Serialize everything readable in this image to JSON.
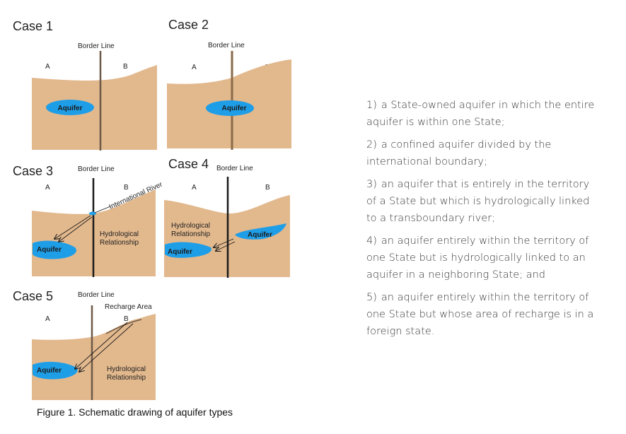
{
  "cases": [
    {
      "title": "Case 1",
      "border_label": "Border Line",
      "side_a": "A",
      "side_b": "B",
      "aquifer": "Aquifer"
    },
    {
      "title": "Case 2",
      "border_label": "Border Line",
      "side_a": "A",
      "side_b": "B",
      "aquifer": "Aquifer"
    },
    {
      "title": "Case 3",
      "border_label": "Border Line",
      "side_a": "A",
      "side_b": "B",
      "aquifer": "Aquifer",
      "river_label": "International River",
      "relationship": [
        "Hydrological",
        "Relationship"
      ]
    },
    {
      "title": "Case 4",
      "border_label": "Border Line",
      "side_a": "A",
      "side_b": "B",
      "aquifer_a": "Aquifer",
      "aquifer_b": "Aquifer",
      "relationship": [
        "Hydrological",
        "Relationship"
      ]
    },
    {
      "title": "Case 5",
      "border_label": "Border Line",
      "side_a": "A",
      "side_b": "B",
      "aquifer": "Aquifer",
      "recharge_label": "Recharge Area",
      "relationship": [
        "Hydrological",
        "Relationship"
      ]
    }
  ],
  "caption": "Figure 1. Schematic drawing of aquifer types",
  "descriptions": [
    {
      "num": "1)",
      "text": "a State-owned aquifer in which the entire aquifer is within one State;"
    },
    {
      "num": "2)",
      "text": "a confined aquifer divided by the international boundary;"
    },
    {
      "num": "3)",
      "text": "an aquifer that is entirely in the territory of a State but which is hydrologically linked to a transboundary river;"
    },
    {
      "num": "4)",
      "text": "an aquifer entirely within the territory of one State but is hydrologically linked to an aquifer in a neighboring State; and"
    },
    {
      "num": "5)",
      "text": "an aquifer entirely within the territory of one State but whose area of recharge is in a foreign state."
    }
  ],
  "colors": {
    "ground": "#e2b88d",
    "aquifer": "#1f9ee8",
    "border": "#6e5a48",
    "line": "#1a1a1a"
  }
}
